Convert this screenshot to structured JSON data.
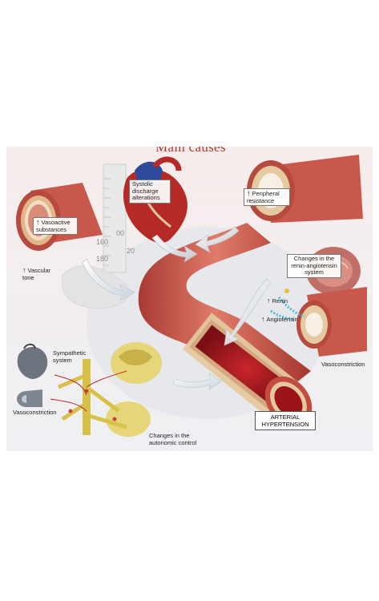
{
  "title": "Main causes",
  "labels": {
    "systolic": "Systolic discharge alterations",
    "peripheral": "Peripheral resistance",
    "vasoactive": "Vasoactive substances",
    "vascular_tone": "Vascular tone",
    "renin_system": "Changes in the renin-angiotensin system",
    "renin": "Renin",
    "angiotensin": "Angiotensin",
    "vasoconstriction_right": "Vasoconstriction",
    "sympathetic": "Sympathetic system",
    "vasoconstriction_left": "Vasoconstriction",
    "autonomic": "Changes in the autonomic control",
    "arterial_hypertension": "ARTERIAL HYPERTENSION"
  },
  "gauge": {
    "tick_160": "160",
    "tick_180": "180",
    "tick_20": "20",
    "tick_00": "00"
  },
  "colors": {
    "artery_outer": "#c8584c",
    "artery_wall": "#e5c9a0",
    "blood": "#a3171d",
    "nerve": "#d9c24a",
    "title": "#b43a2a"
  },
  "icons": {
    "heart": "heart-illustration",
    "kidney": "kidney-illustration",
    "spinal_cord": "spinal-cord-illustration",
    "hand": "hand-illustration"
  }
}
